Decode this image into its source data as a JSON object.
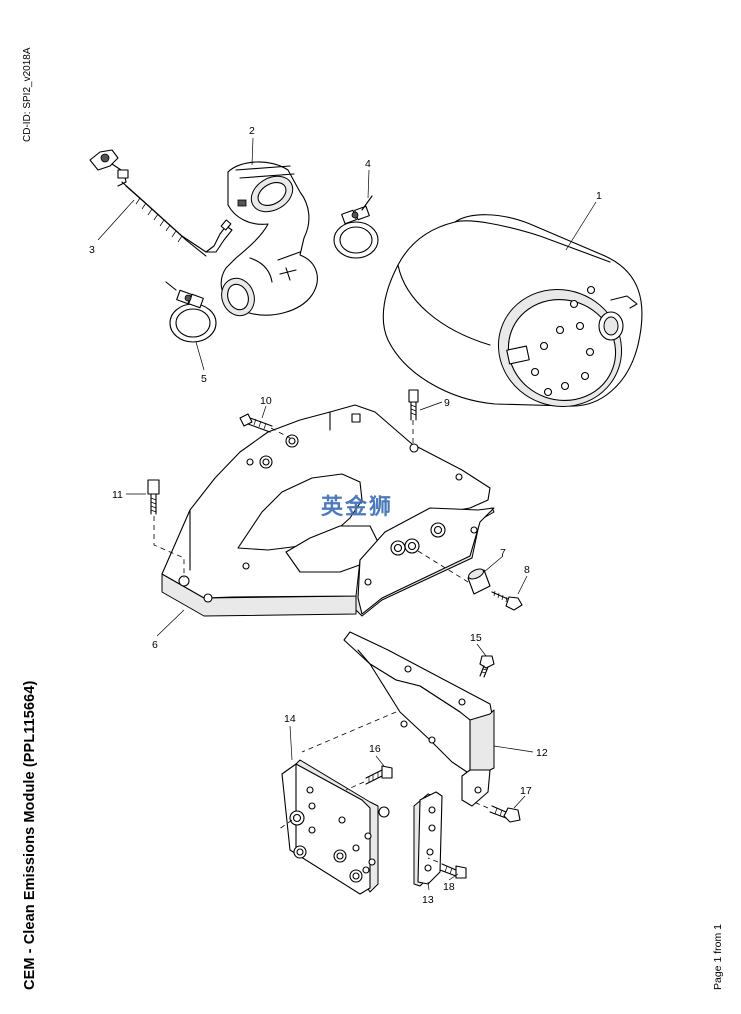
{
  "header": {
    "cd_id": "CD-ID: SPI2_v2018A"
  },
  "document": {
    "title": "CEM - Clean Emissions Module (PPL115664)",
    "page_label": "Page 1 from 1"
  },
  "watermark": {
    "text": "英金狮",
    "color": "#3f6fb6"
  },
  "callouts": [
    "1",
    "2",
    "3",
    "4",
    "5",
    "6",
    "7",
    "8",
    "9",
    "10",
    "11",
    "12",
    "13",
    "14",
    "15",
    "16",
    "17",
    "18"
  ]
}
